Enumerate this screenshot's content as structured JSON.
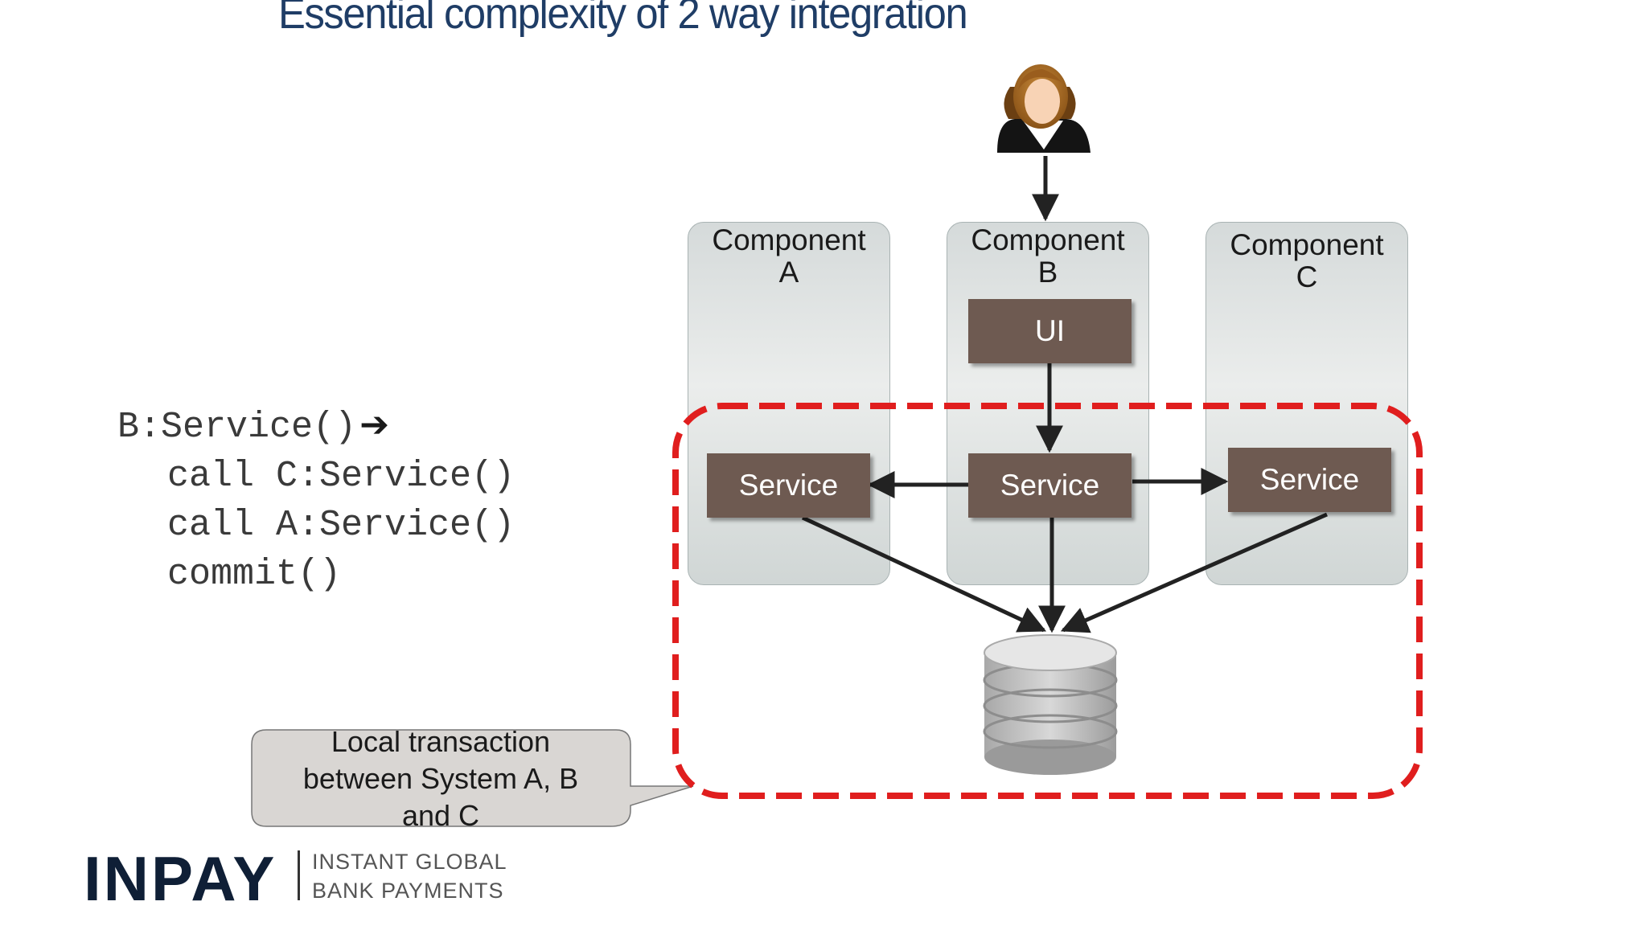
{
  "title": "Essential complexity of 2 way integration",
  "code": {
    "line1": "B:Service()",
    "line1_arrow": "➔",
    "line2": "call C:Service()",
    "line3": "call A:Service()",
    "line4": "commit()"
  },
  "components": [
    {
      "label_line1": "Component",
      "label_line2": "A",
      "service": "Service"
    },
    {
      "label_line1": "Component",
      "label_line2": "B",
      "ui": "UI",
      "service": "Service"
    },
    {
      "label_line1": "Component",
      "label_line2": "C",
      "service": "Service"
    }
  ],
  "callout": {
    "line1": "Local transaction",
    "line2": "between System A, B",
    "line3": "and C"
  },
  "logo": {
    "name": "INPAY",
    "tagline_line1": "INSTANT GLOBAL",
    "tagline_line2": "BANK PAYMENTS"
  },
  "colors": {
    "title": "#1f3d66",
    "service_box": "#6e5a51",
    "dashed_border": "#e01e1e",
    "arrow": "#222222",
    "logo": "#0f1f36"
  }
}
